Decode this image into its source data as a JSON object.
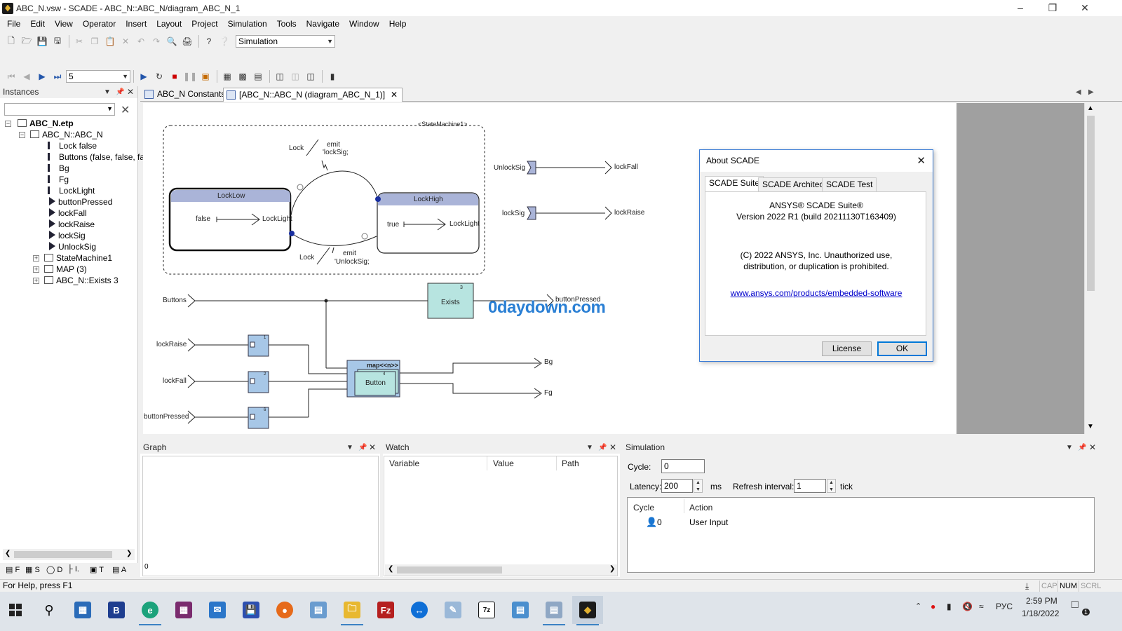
{
  "window": {
    "title": "ABC_N.vsw - SCADE - ABC_N::ABC_N/diagram_ABC_N_1"
  },
  "menu": [
    "File",
    "Edit",
    "View",
    "Operator",
    "Insert",
    "Layout",
    "Project",
    "Simulation",
    "Tools",
    "Navigate",
    "Window",
    "Help"
  ],
  "toolbar": {
    "mode_value": "Simulation",
    "step_value": "5"
  },
  "instances": {
    "title": "Instances",
    "root": "ABC_N.etp",
    "node": "ABC_N::ABC_N",
    "children": [
      "Lock false",
      "Buttons (false, false, fa",
      "Bg",
      "Fg",
      "LockLight",
      "buttonPressed",
      "lockFall",
      "lockRaise",
      "lockSig",
      "UnlockSig"
    ],
    "others": [
      "StateMachine1",
      "MAP (3)",
      "ABC_N::Exists 3"
    ],
    "bottom_tabs": [
      "F",
      "S",
      "D",
      "I.",
      "T",
      "A"
    ]
  },
  "tabs": [
    {
      "label": "ABC_N Constants"
    },
    {
      "label": "[ABC_N::ABC_N (diagram_ABC_N_1)]"
    }
  ],
  "diagram": {
    "state_machine": "<StateMachine1>",
    "states": {
      "low": {
        "name": "LockLow",
        "value": "false",
        "output": "LockLight"
      },
      "high": {
        "name": "LockHigh",
        "value": "true",
        "output": "LockLight"
      }
    },
    "transitions": [
      {
        "guard": "Lock",
        "emit1": "emit",
        "emit2": "'lockSig;"
      },
      {
        "guard": "Lock",
        "emit1": "emit",
        "emit2": "'UnlockSig;"
      }
    ],
    "signals": [
      {
        "in": "UnlockSig",
        "out": "lockFall"
      },
      {
        "in": "lockSig",
        "out": "lockRaise"
      }
    ],
    "inputs": [
      "Buttons",
      "lockRaise",
      "lockFall",
      "buttonPressed"
    ],
    "exists": {
      "label": "Exists",
      "index": "3",
      "output": "buttonPressed"
    },
    "map": {
      "label": "map<<n>>",
      "inner": "Button",
      "index": "4"
    },
    "pre_indices": [
      "1",
      "2",
      "6"
    ],
    "outputs": [
      "Bg",
      "Fg"
    ],
    "watermark": "0daydown.com"
  },
  "about": {
    "title": "About SCADE",
    "tabs": [
      "SCADE Suite",
      "SCADE Architect",
      "SCADE Test"
    ],
    "product": "ANSYS® SCADE Suite®",
    "version": "Version 2022 R1 (build 20211130T163409)",
    "copyright1": "(C) 2022 ANSYS, Inc. Unauthorized use,",
    "copyright2": "distribution, or duplication is prohibited.",
    "link": "www.ansys.com/products/embedded-software",
    "license_button": "License",
    "ok_button": "OK"
  },
  "graph": {
    "title": "Graph",
    "axis_zero": "0"
  },
  "watch": {
    "title": "Watch",
    "columns": [
      "Variable",
      "Value",
      "Path"
    ]
  },
  "simulation": {
    "title": "Simulation",
    "cycle_label": "Cycle:",
    "cycle_value": "0",
    "latency_label": "Latency:",
    "latency_value": "200",
    "latency_unit": "ms",
    "refresh_label": "Refresh interval:",
    "refresh_value": "1",
    "refresh_unit": "tick",
    "columns": [
      "Cycle",
      "Action"
    ],
    "rows": [
      {
        "cycle": "0",
        "action": "User Input"
      }
    ]
  },
  "status": {
    "text": "For Help, press F1",
    "indicators": [
      "CAP",
      "NUM",
      "SCRL"
    ]
  },
  "taskbar": {
    "lang": "РУС",
    "time": "2:59 PM",
    "date": "1/18/2022",
    "notification_count": "1"
  },
  "colors": {
    "state_header": "#aab4d8",
    "block_fill": "#a7c7e7",
    "exists_fill": "#b7e4e0",
    "transition_dot": "#1a2fa0",
    "accent": "#0078d7"
  }
}
